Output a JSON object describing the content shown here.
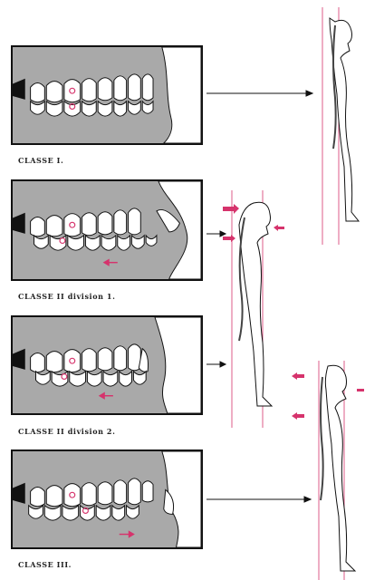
{
  "classes": [
    {
      "id": "classe-1",
      "label": "CLASSE I."
    },
    {
      "id": "classe-2-div1",
      "label": "CLASSE II division 1."
    },
    {
      "id": "classe-2-div2",
      "label": "CLASSE II division 2."
    },
    {
      "id": "classe-3",
      "label": "CLASSE III."
    }
  ],
  "colors": {
    "gum": "#a9a9a9",
    "line": "#111111",
    "accent": "#d6336c",
    "tooth": "#ffffff"
  },
  "icons": [
    "molar-icon",
    "posture-figure",
    "arrow-right-icon"
  ]
}
